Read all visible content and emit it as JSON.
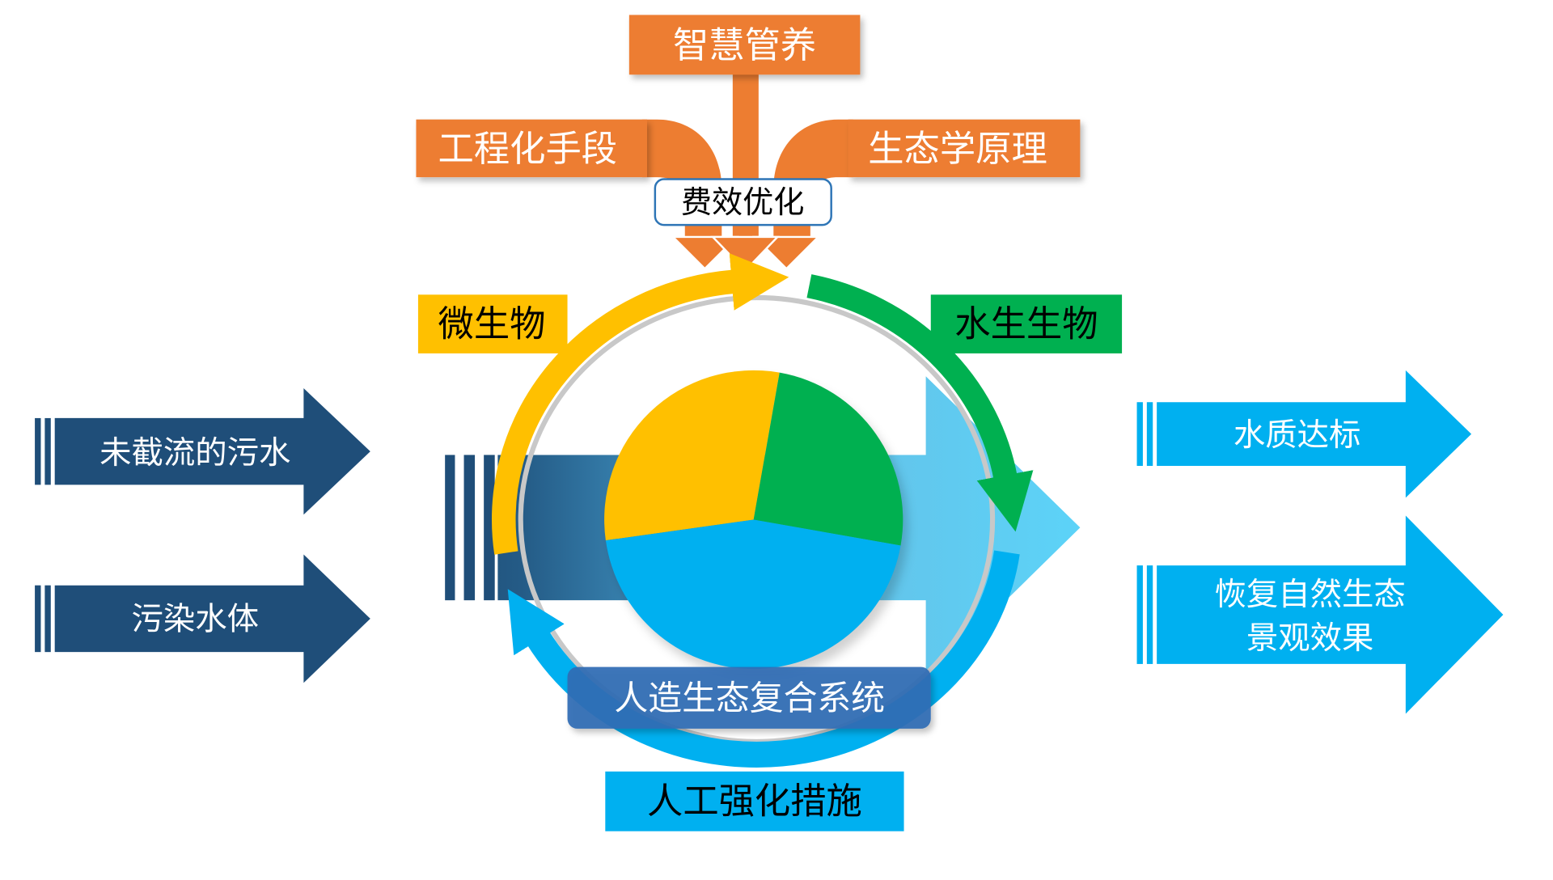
{
  "diagram": {
    "top": {
      "management": "智慧管养",
      "engineering": "工程化手段",
      "ecology": "生态学原理",
      "optimization": "费效优化"
    },
    "inputs": [
      {
        "label": "未截流的污水"
      },
      {
        "label": "污染水体"
      }
    ],
    "cycle": {
      "microbes": "微生物",
      "aquatic_life": "水生生物",
      "artificial_measures": "人工强化措施"
    },
    "core": {
      "label": "人造生态复合系统",
      "pie_slices": [
        {
          "color": "#ffc000",
          "share": 0.3
        },
        {
          "color": "#00b050",
          "share": 0.25
        },
        {
          "color": "#00b0f0",
          "share": 0.45
        }
      ]
    },
    "outputs": [
      {
        "lines": [
          "水质达标"
        ]
      },
      {
        "lines": [
          "恢复自然生态",
          "景观效果"
        ]
      }
    ]
  },
  "colors": {
    "orange": "#ed7d31",
    "navy": "#1f4e79",
    "cyan": "#00b0f0",
    "yellow": "#ffc000",
    "green": "#00b050",
    "core_blue": "#2f6db5",
    "border_blue": "#2e75b6"
  }
}
